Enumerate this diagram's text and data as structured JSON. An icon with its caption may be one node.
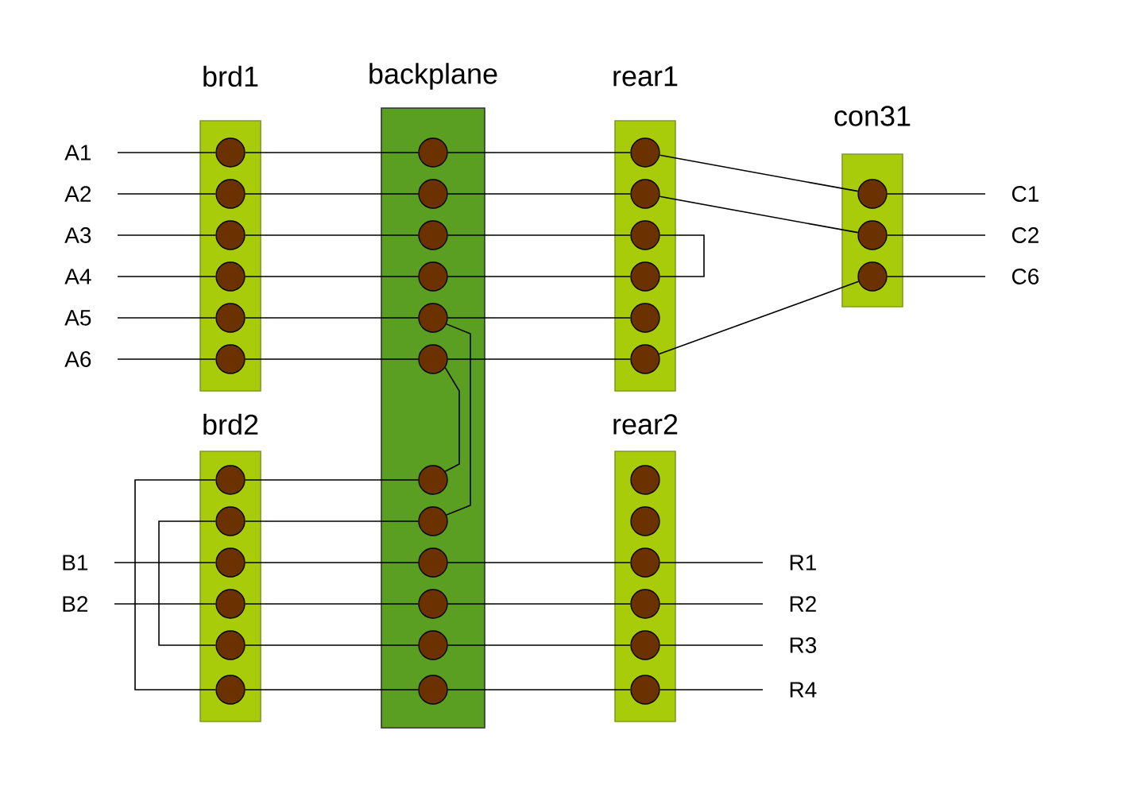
{
  "diagram": {
    "nodes": [
      {
        "text": [
          "brd1"
        ]
      },
      {
        "text": [],
        "shape": "circle",
        "in": 0
      },
      {
        "text": [],
        "shape": "circle",
        "in": 0
      },
      {
        "text": [],
        "shape": "circle",
        "in": 0
      },
      {
        "text": [],
        "shape": "circle",
        "in": 0
      },
      {
        "text": [],
        "shape": "circle",
        "in": 0
      },
      {
        "text": [],
        "shape": "circle",
        "in": 0
      },
      {
        "text": [
          "backplane"
        ]
      },
      {
        "text": [],
        "shape": "circle",
        "in": 7
      },
      {
        "text": [],
        "shape": "circle",
        "in": 7
      },
      {
        "text": [],
        "shape": "circle",
        "in": 7
      },
      {
        "text": [],
        "shape": "circle",
        "in": 7
      },
      {
        "text": [],
        "shape": "circle",
        "in": 7
      },
      {
        "text": [],
        "shape": "circle",
        "in": 7
      },
      {
        "text": [],
        "shape": "circle",
        "in": 7
      },
      {
        "text": [],
        "shape": "circle",
        "in": 7
      },
      {
        "text": [],
        "shape": "circle",
        "in": 7
      },
      {
        "text": [],
        "shape": "circle",
        "in": 7
      },
      {
        "text": [],
        "shape": "circle",
        "in": 7
      },
      {
        "text": [],
        "shape": "circle",
        "in": 7
      },
      {
        "text": [
          "rear1"
        ]
      },
      {
        "text": [],
        "shape": "circle",
        "in": 20
      },
      {
        "text": [],
        "shape": "circle",
        "in": 20
      },
      {
        "text": [],
        "shape": "circle",
        "in": 20
      },
      {
        "text": [],
        "shape": "circle",
        "in": 20
      },
      {
        "text": [],
        "shape": "circle",
        "in": 20
      },
      {
        "text": [],
        "shape": "circle",
        "in": 20
      },
      {
        "text": [
          "con31"
        ]
      },
      {
        "text": [],
        "shape": "circle",
        "in": 27
      },
      {
        "text": [],
        "shape": "circle",
        "in": 27
      },
      {
        "text": [],
        "shape": "circle",
        "in": 27
      },
      {
        "text": [
          "brd2"
        ]
      },
      {
        "text": [],
        "shape": "circle",
        "in": 31
      },
      {
        "text": [],
        "shape": "circle",
        "in": 31
      },
      {
        "text": [],
        "shape": "circle",
        "in": 31
      },
      {
        "text": [],
        "shape": "circle",
        "in": 31
      },
      {
        "text": [],
        "shape": "circle",
        "in": 31
      },
      {
        "text": [],
        "shape": "circle",
        "in": 31
      },
      {
        "text": [
          "rear2"
        ]
      },
      {
        "text": [],
        "shape": "circle",
        "in": 38
      },
      {
        "text": [],
        "shape": "circle",
        "in": 38
      },
      {
        "text": [],
        "shape": "circle",
        "in": 38
      },
      {
        "text": [],
        "shape": "circle",
        "in": 38
      },
      {
        "text": [],
        "shape": "circle",
        "in": 38
      },
      {
        "text": [],
        "shape": "circle",
        "in": 38
      },
      {
        "text": [
          "A1"
        ]
      },
      {
        "text": [
          "A2"
        ]
      },
      {
        "text": [
          "A3"
        ]
      },
      {
        "text": [
          "A4"
        ]
      },
      {
        "text": [
          "A5"
        ]
      },
      {
        "text": [
          "A6"
        ]
      },
      {
        "text": [
          "B1"
        ]
      },
      {
        "text": [
          "B2"
        ]
      },
      {
        "text": [
          "C1"
        ]
      },
      {
        "text": [
          "C2"
        ]
      },
      {
        "text": [
          "C6"
        ]
      },
      {
        "text": [
          "R1"
        ]
      },
      {
        "text": [
          "R2"
        ]
      },
      {
        "text": [
          "R3"
        ]
      },
      {
        "text": [
          "R4"
        ]
      }
    ],
    "edges": [
      {
        "from": 45,
        "to": 1,
        "arrow": "none"
      },
      {
        "from": 1,
        "to": 8,
        "arrow": "none"
      },
      {
        "from": 8,
        "to": 21,
        "arrow": "none"
      },
      {
        "from": 21,
        "to": 28,
        "arrow": "none"
      },
      {
        "from": 28,
        "to": 53,
        "arrow": "none"
      },
      {
        "from": 46,
        "to": 2,
        "arrow": "none"
      },
      {
        "from": 2,
        "to": 9,
        "arrow": "none"
      },
      {
        "from": 9,
        "to": 22,
        "arrow": "none"
      },
      {
        "from": 22,
        "to": 29,
        "arrow": "none"
      },
      {
        "from": 29,
        "to": 54,
        "arrow": "none"
      },
      {
        "from": 47,
        "to": 3,
        "arrow": "none"
      },
      {
        "from": 3,
        "to": 10,
        "arrow": "none"
      },
      {
        "from": 10,
        "to": 23,
        "arrow": "none"
      },
      {
        "from": 23,
        "to": 24,
        "arrow": "none"
      },
      {
        "from": 48,
        "to": 4,
        "arrow": "none"
      },
      {
        "from": 4,
        "to": 11,
        "arrow": "none"
      },
      {
        "from": 11,
        "to": 24,
        "arrow": "none"
      },
      {
        "from": 49,
        "to": 5,
        "arrow": "none"
      },
      {
        "from": 5,
        "to": 12,
        "arrow": "none"
      },
      {
        "from": 12,
        "to": 25,
        "arrow": "none"
      },
      {
        "from": 12,
        "to": 15,
        "arrow": "none"
      },
      {
        "from": 50,
        "to": 6,
        "arrow": "none"
      },
      {
        "from": 6,
        "to": 13,
        "arrow": "none"
      },
      {
        "from": 13,
        "to": 26,
        "arrow": "none"
      },
      {
        "from": 26,
        "to": 30,
        "arrow": "none"
      },
      {
        "from": 30,
        "to": 55,
        "arrow": "none"
      },
      {
        "from": 13,
        "to": 14,
        "arrow": "none"
      },
      {
        "from": 32,
        "to": 14,
        "arrow": "none"
      },
      {
        "from": 32,
        "to": 37,
        "arrow": "none"
      },
      {
        "from": 33,
        "to": 15,
        "arrow": "none"
      },
      {
        "from": 33,
        "to": 36,
        "arrow": "none"
      },
      {
        "from": 51,
        "to": 34,
        "arrow": "none"
      },
      {
        "from": 34,
        "to": 16,
        "arrow": "none"
      },
      {
        "from": 16,
        "to": 41,
        "arrow": "none"
      },
      {
        "from": 41,
        "to": 56,
        "arrow": "none"
      },
      {
        "from": 52,
        "to": 35,
        "arrow": "none"
      },
      {
        "from": 35,
        "to": 17,
        "arrow": "none"
      },
      {
        "from": 17,
        "to": 42,
        "arrow": "none"
      },
      {
        "from": 42,
        "to": 57,
        "arrow": "none"
      },
      {
        "from": 36,
        "to": 18,
        "arrow": "none"
      },
      {
        "from": 18,
        "to": 43,
        "arrow": "none"
      },
      {
        "from": 43,
        "to": 58,
        "arrow": "none"
      },
      {
        "from": 37,
        "to": 19,
        "arrow": "none"
      },
      {
        "from": 19,
        "to": 44,
        "arrow": "none"
      },
      {
        "from": 44,
        "to": 59,
        "arrow": "none"
      }
    ]
  }
}
